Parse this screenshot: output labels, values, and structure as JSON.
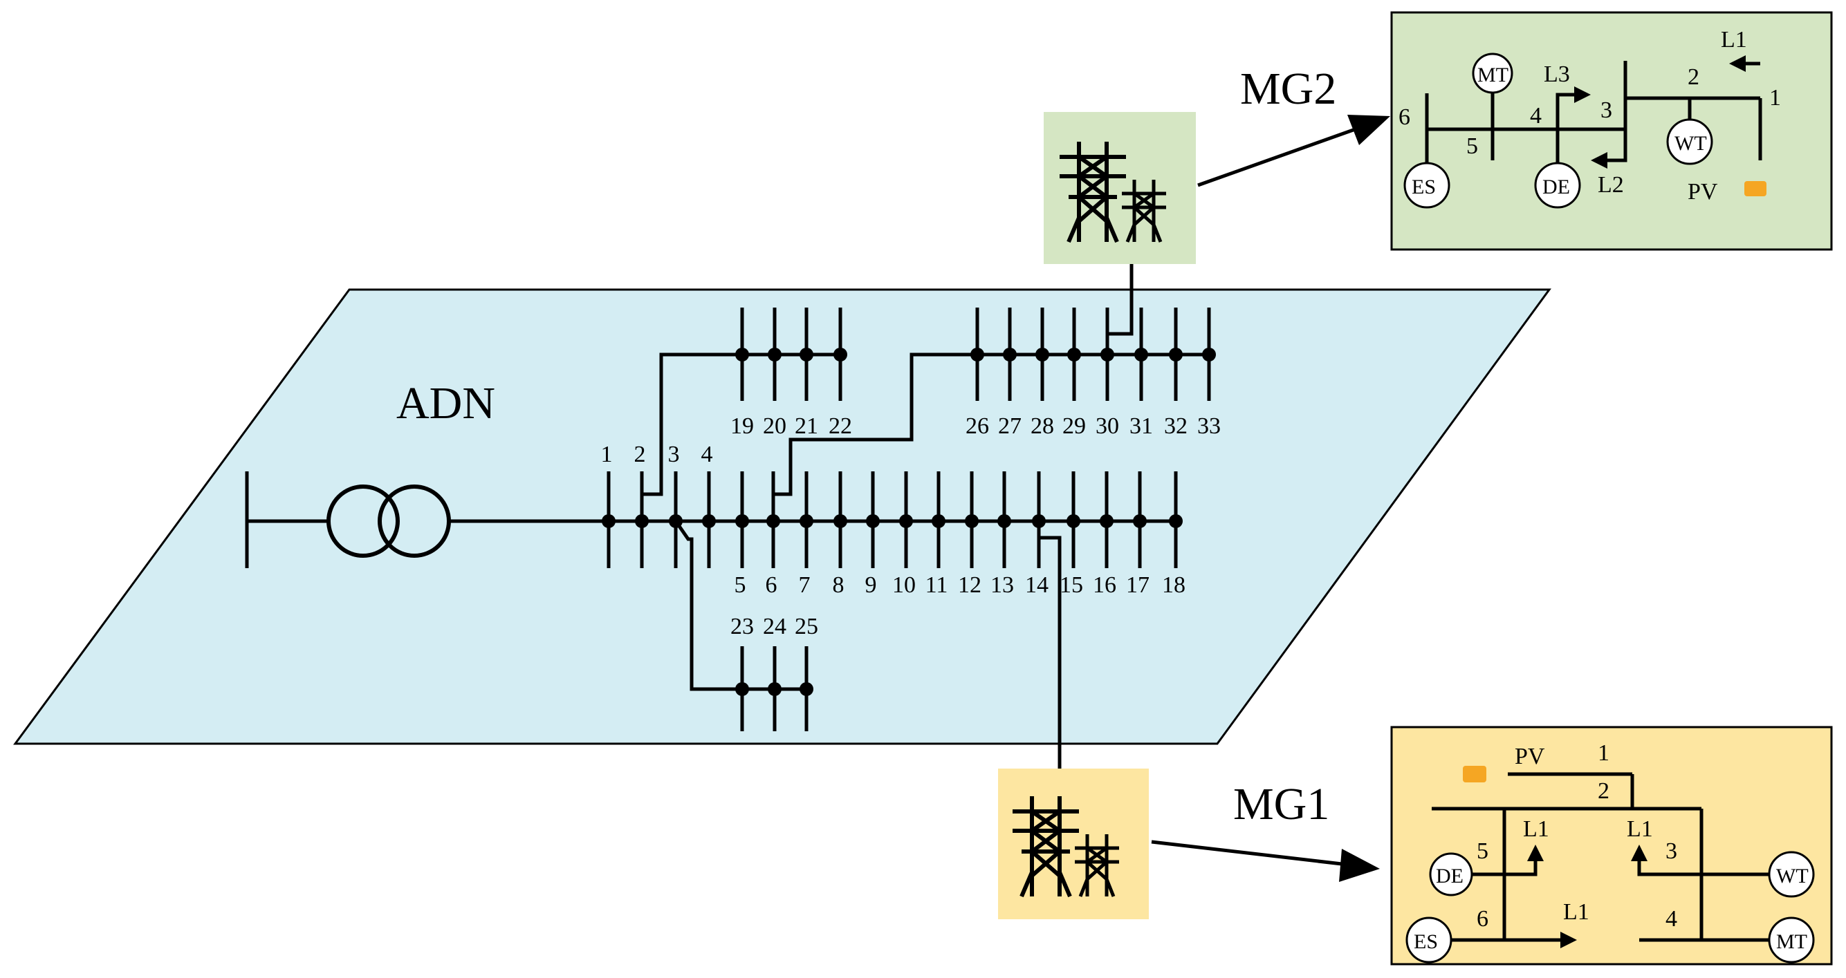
{
  "diagram": {
    "adn": {
      "title": "ADN",
      "main_bus_labels_top": [
        "1",
        "2",
        "3",
        "4"
      ],
      "main_bus_labels_bottom": [
        "5",
        "6",
        "7",
        "8",
        "9",
        "10",
        "11",
        "12",
        "13",
        "14",
        "15",
        "16",
        "17",
        "18"
      ],
      "branch_19_22": [
        "19",
        "20",
        "21",
        "22"
      ],
      "branch_26_33": [
        "26",
        "27",
        "28",
        "29",
        "30",
        "31",
        "32",
        "33"
      ],
      "branch_23_25": [
        "23",
        "24",
        "25"
      ]
    },
    "mg2": {
      "title": "MG2",
      "bus_numbers": [
        "1",
        "2",
        "3",
        "4",
        "5",
        "6"
      ],
      "loads": [
        "L1",
        "L2",
        "L3"
      ],
      "generators": [
        "MT",
        "WT",
        "ES",
        "DE"
      ],
      "pv_label": "PV"
    },
    "mg1": {
      "title": "MG1",
      "bus_numbers": [
        "1",
        "2",
        "3",
        "4",
        "5",
        "6"
      ],
      "loads": [
        "L1",
        "L1",
        "L1"
      ],
      "generators": [
        "DE",
        "ES",
        "WT",
        "MT"
      ],
      "pv_label": "PV"
    },
    "colors": {
      "adn_plane": "#d4edf3",
      "mg2_panel": "#d5e6c3",
      "mg1_panel": "#fde6a1",
      "pv_icon": "#f5a623"
    }
  }
}
